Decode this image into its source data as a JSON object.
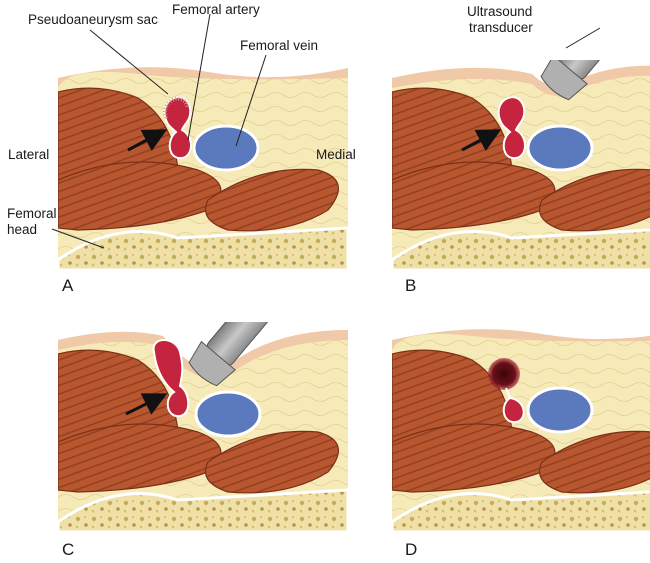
{
  "labels": {
    "pseudoaneurysm_sac": "Pseudoaneurysm sac",
    "femoral_artery": "Femoral artery",
    "femoral_vein": "Femoral vein",
    "lateral": "Lateral",
    "medial": "Medial",
    "femoral_head_line1": "Femoral",
    "femoral_head_line2": "head",
    "transducer_line1": "Ultrasound",
    "transducer_line2": "transducer"
  },
  "panels": [
    {
      "letter": "A",
      "probe": false,
      "thrombosed": false
    },
    {
      "letter": "B",
      "probe": true,
      "thrombosed": false
    },
    {
      "letter": "C",
      "probe": true,
      "thrombosed": false
    },
    {
      "letter": "D",
      "probe": false,
      "thrombosed": true
    }
  ],
  "colors": {
    "skin": "#f0c9a8",
    "fat": "#f6eab8",
    "muscle": "#b8572f",
    "muscle_dark": "#8e3e20",
    "artery": "#c4243e",
    "vein": "#5b79bd",
    "bone": "#efe0a8",
    "probe": "#9a9a9a",
    "thrombus": "#5a0d14"
  }
}
